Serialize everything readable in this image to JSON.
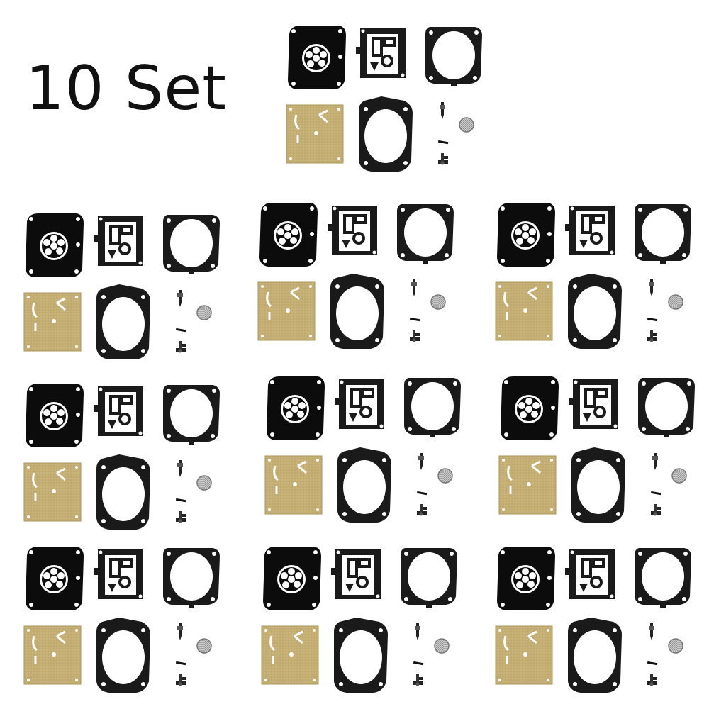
{
  "title": "10 Set",
  "colors": {
    "rubber": "#0c0c0c",
    "gasket": "#1a1a1a",
    "screen": "#c9b47a",
    "screen_dark": "#a99559",
    "mesh": "#8c8c8c",
    "background": "#ffffff"
  },
  "kits": [
    {
      "id": "kit-1"
    },
    {
      "id": "kit-2"
    },
    {
      "id": "kit-3"
    },
    {
      "id": "kit-4"
    },
    {
      "id": "kit-5"
    },
    {
      "id": "kit-6"
    },
    {
      "id": "kit-7"
    },
    {
      "id": "kit-8"
    },
    {
      "id": "kit-9"
    },
    {
      "id": "kit-10"
    }
  ],
  "parts": [
    "metering-diaphragm-icon",
    "gasket-icon",
    "pump-gasket-icon",
    "screen-plate-icon",
    "large-gasket-icon",
    "needle-icon",
    "pin-icon",
    "filter-screen-icon",
    "lever-icon"
  ]
}
